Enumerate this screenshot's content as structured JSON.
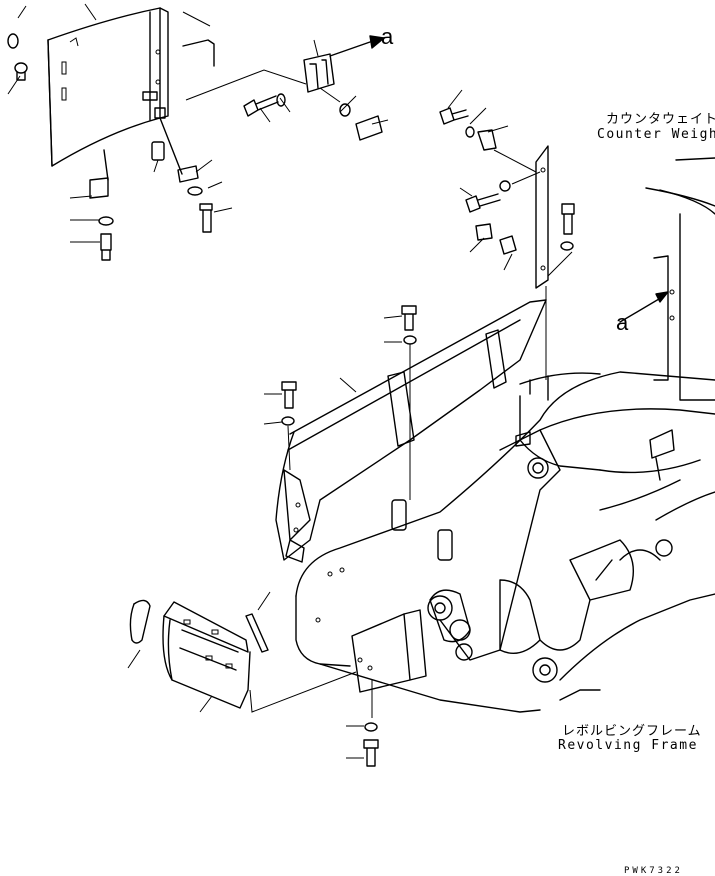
{
  "labels": {
    "counterweight_jp": "カウンタウェイト",
    "counterweight_en": "Counter Weight",
    "revolving_frame_jp": "レボルビングフレーム",
    "revolving_frame_en": "Revolving Frame",
    "ref_a_top": "a",
    "ref_a_mid": "a",
    "drawing_code": "PWK7322"
  }
}
